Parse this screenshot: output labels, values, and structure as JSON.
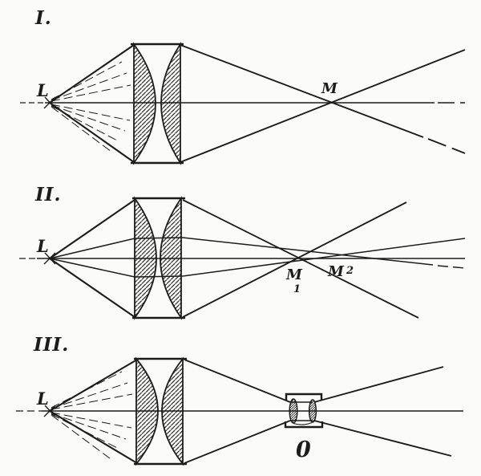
{
  "figure": {
    "type": "optical-ray-diagram",
    "colors": {
      "ink": "#1c1c1c",
      "background": "#fbfbf9"
    },
    "panels": [
      {
        "numeral": "I.",
        "source_label": "L",
        "focus_label": "M"
      },
      {
        "numeral": "II.",
        "source_label": "L",
        "focus1_label": "M",
        "focus1_index": "1",
        "focus2_label": "M",
        "focus2_index": "2"
      },
      {
        "numeral": "III.",
        "source_label": "L",
        "ocular_label": "0"
      }
    ]
  }
}
